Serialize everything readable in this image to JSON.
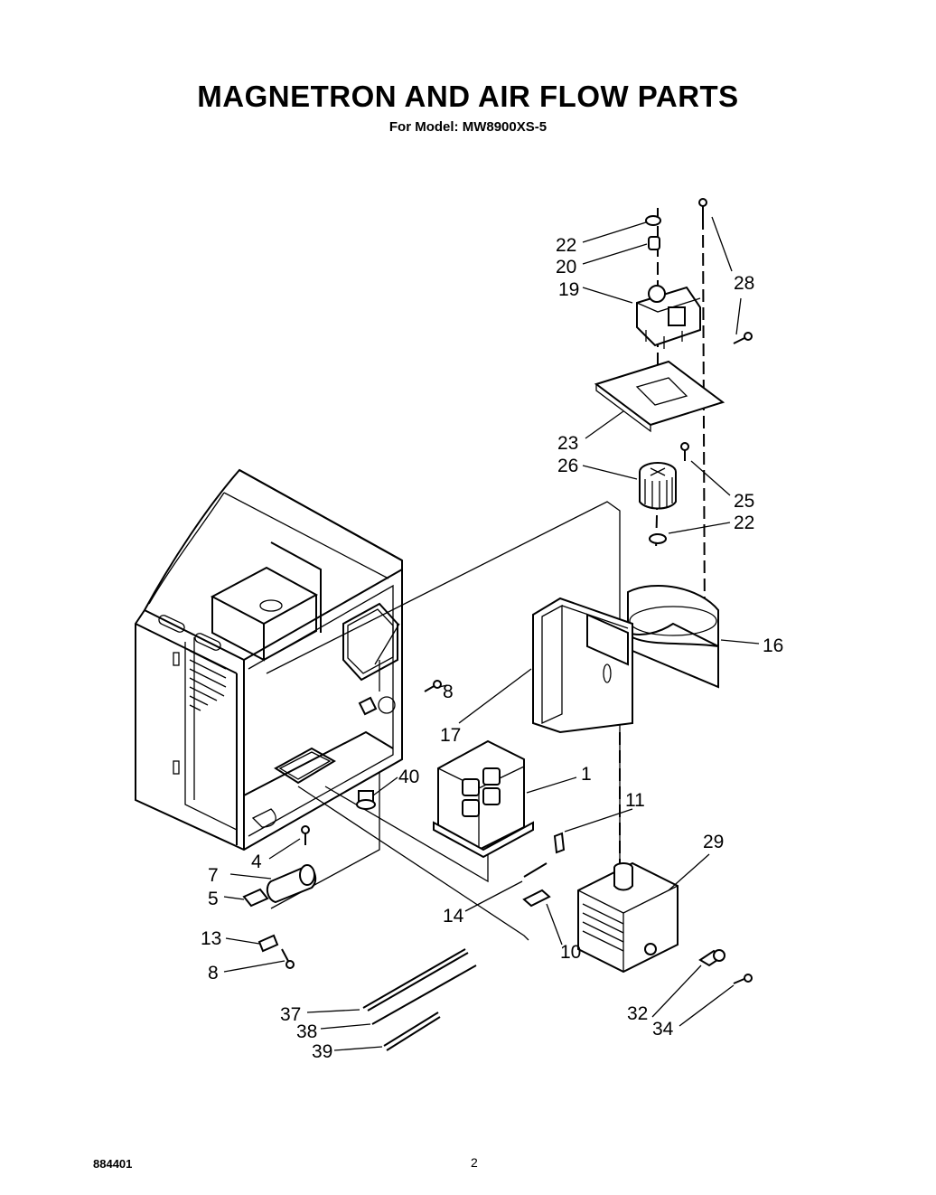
{
  "header": {
    "title": "MAGNETRON AND AIR FLOW PARTS",
    "subtitle": "For Model: MW8900XS-5"
  },
  "footer": {
    "doc_number": "884401",
    "page_number": "2"
  },
  "callouts": [
    {
      "id": "c22a",
      "label": "22"
    },
    {
      "id": "c20",
      "label": "20"
    },
    {
      "id": "c19",
      "label": "19"
    },
    {
      "id": "c28",
      "label": "28"
    },
    {
      "id": "c23",
      "label": "23"
    },
    {
      "id": "c26",
      "label": "26"
    },
    {
      "id": "c25",
      "label": "25"
    },
    {
      "id": "c22b",
      "label": "22"
    },
    {
      "id": "c16",
      "label": "16"
    },
    {
      "id": "c8a",
      "label": "8"
    },
    {
      "id": "c17",
      "label": "17"
    },
    {
      "id": "c40",
      "label": "40"
    },
    {
      "id": "c1",
      "label": "1"
    },
    {
      "id": "c11",
      "label": "11"
    },
    {
      "id": "c29",
      "label": "29"
    },
    {
      "id": "c4",
      "label": "4"
    },
    {
      "id": "c7",
      "label": "7"
    },
    {
      "id": "c5",
      "label": "5"
    },
    {
      "id": "c14",
      "label": "14"
    },
    {
      "id": "c13",
      "label": "13"
    },
    {
      "id": "c10",
      "label": "10"
    },
    {
      "id": "c8b",
      "label": "8"
    },
    {
      "id": "c32",
      "label": "32"
    },
    {
      "id": "c34",
      "label": "34"
    },
    {
      "id": "c37",
      "label": "37"
    },
    {
      "id": "c38",
      "label": "38"
    },
    {
      "id": "c39",
      "label": "39"
    }
  ]
}
